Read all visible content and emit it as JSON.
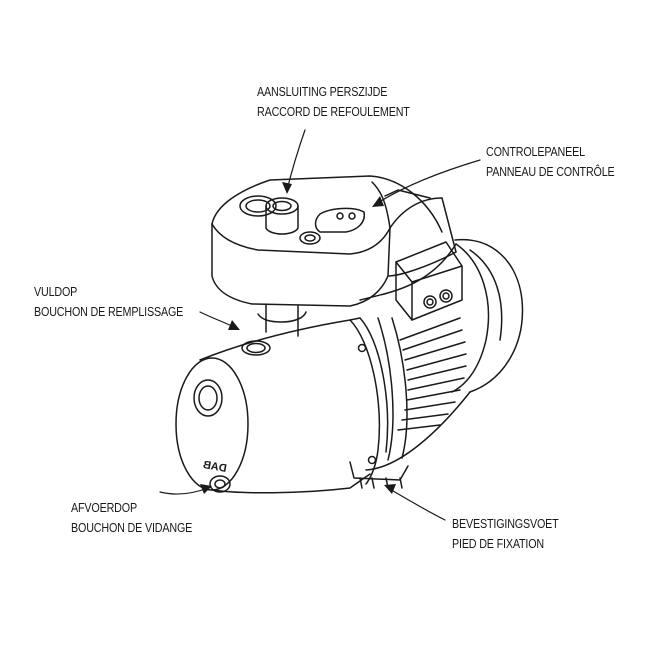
{
  "callouts": {
    "discharge": {
      "nl": "AANSLUITING PERSZIJDE",
      "fr": "RACCORD DE REFOULEMENT"
    },
    "control_panel": {
      "nl": "CONTROLEPANEEL",
      "fr": "PANNEAU DE CONTRÔLE"
    },
    "fill_plug": {
      "nl": "VULDOP",
      "fr": "BOUCHON DE REMPLISSAGE"
    },
    "drain_plug": {
      "nl": "AFVOERDOP",
      "fr": "BOUCHON DE VIDANGE"
    },
    "mounting_foot": {
      "nl": "BEVESTIGINGSVOET",
      "fr": "PIED DE FIXATION"
    }
  },
  "brand_mark": "DAB",
  "colors": {
    "line": "#1a1a1a",
    "background": "#ffffff"
  }
}
